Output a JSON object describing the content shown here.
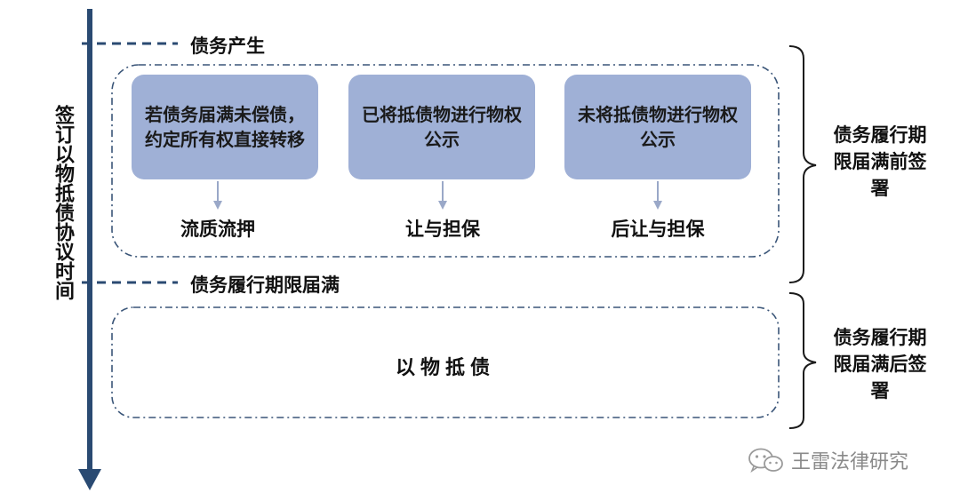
{
  "timeline": {
    "label": "签订以物抵债协议时间",
    "milestones": [
      "债务产生",
      "债务履行期限届满"
    ]
  },
  "cards": [
    {
      "text": "若债务届满未偿债，约定所有权直接转移",
      "result": "流质流押"
    },
    {
      "text": "已将抵债物进行物权公示",
      "result": "让与担保"
    },
    {
      "text": "未将抵债物进行物权公示",
      "result": "后让与担保"
    }
  ],
  "lower_box": {
    "text": "以物抵债"
  },
  "brackets": [
    "债务履行期限届满前签署",
    "债务履行期限届满后签署"
  ],
  "watermark": "王雷法律研究",
  "colors": {
    "axis": "#2a4a72",
    "card_fill": "#9fb0d6",
    "dashed_border": "#3a5578",
    "bracket": "#1a1a1a",
    "arrow": "#9aa8c8"
  }
}
